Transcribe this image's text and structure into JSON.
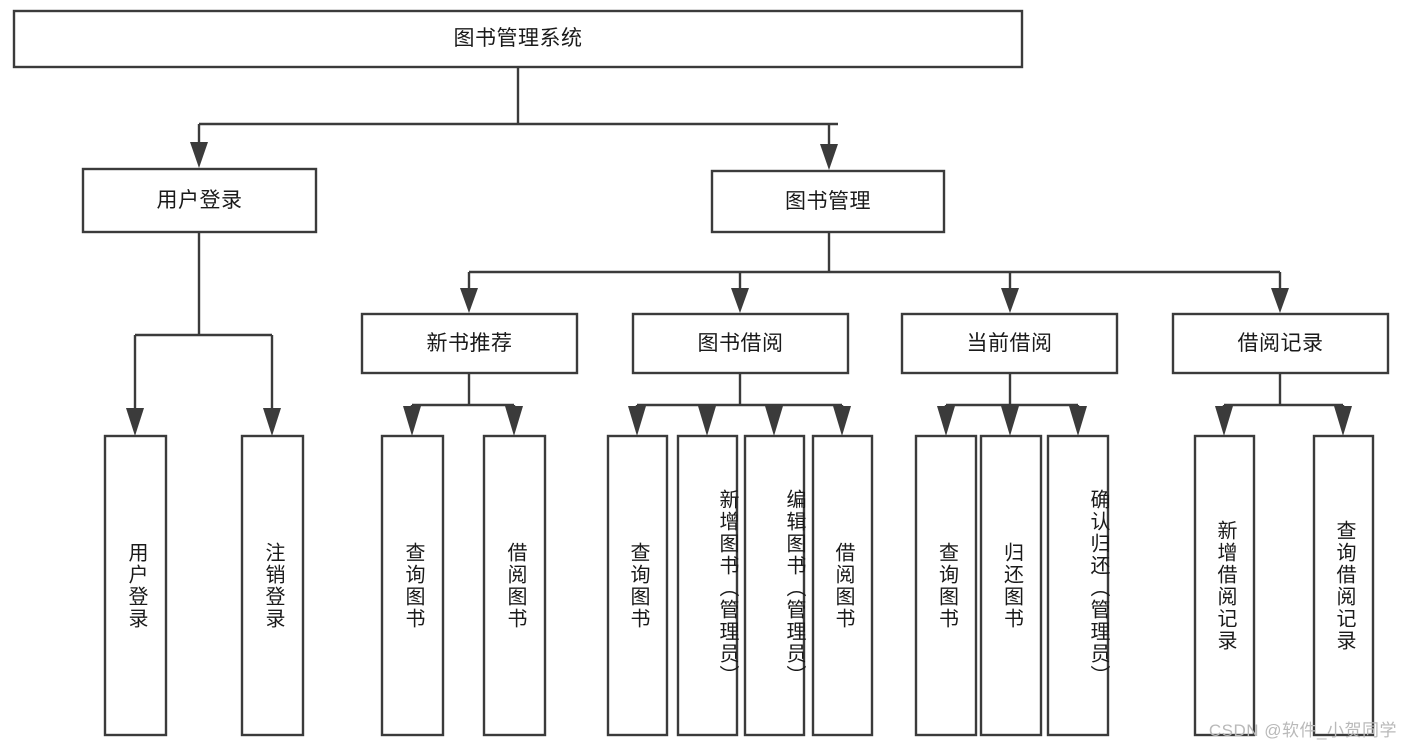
{
  "diagram": {
    "type": "tree",
    "title": "图书管理系统",
    "root": {
      "id": "root",
      "label": "图书管理系统",
      "orientation": "horizontal"
    },
    "level2": [
      {
        "id": "user-login",
        "label": "用户登录",
        "orientation": "horizontal"
      },
      {
        "id": "book-manage",
        "label": "图书管理",
        "orientation": "horizontal"
      }
    ],
    "level3": [
      {
        "id": "new-book-recommend",
        "label": "新书推荐",
        "orientation": "horizontal",
        "parent": "book-manage"
      },
      {
        "id": "book-borrow",
        "label": "图书借阅",
        "orientation": "horizontal",
        "parent": "book-manage"
      },
      {
        "id": "current-borrow",
        "label": "当前借阅",
        "orientation": "horizontal",
        "parent": "book-manage"
      },
      {
        "id": "borrow-record",
        "label": "借阅记录",
        "orientation": "horizontal",
        "parent": "book-manage"
      }
    ],
    "leaves": [
      {
        "id": "leaf-user-login",
        "label": "用户登录",
        "orientation": "vertical",
        "parent": "user-login"
      },
      {
        "id": "leaf-logout",
        "label": "注销登录",
        "orientation": "vertical",
        "parent": "user-login"
      },
      {
        "id": "leaf-query-book-rec",
        "label": "查询图书",
        "orientation": "vertical",
        "parent": "new-book-recommend"
      },
      {
        "id": "leaf-borrow-book-rec",
        "label": "借阅图书",
        "orientation": "vertical",
        "parent": "new-book-recommend"
      },
      {
        "id": "leaf-query-book-borrow",
        "label": "查询图书",
        "orientation": "vertical",
        "parent": "book-borrow"
      },
      {
        "id": "leaf-add-book-admin",
        "label": "新增图书（管理员）",
        "orientation": "vertical",
        "parent": "book-borrow"
      },
      {
        "id": "leaf-edit-book-admin",
        "label": "编辑图书（管理员）",
        "orientation": "vertical",
        "parent": "book-borrow"
      },
      {
        "id": "leaf-borrow-book",
        "label": "借阅图书",
        "orientation": "vertical",
        "parent": "book-borrow"
      },
      {
        "id": "leaf-query-book-current",
        "label": "查询图书",
        "orientation": "vertical",
        "parent": "current-borrow"
      },
      {
        "id": "leaf-return-book",
        "label": "归还图书",
        "orientation": "vertical",
        "parent": "current-borrow"
      },
      {
        "id": "leaf-confirm-return-admin",
        "label": "确认归还（管理员）",
        "orientation": "vertical",
        "parent": "current-borrow"
      },
      {
        "id": "leaf-add-borrow-record",
        "label": "新增借阅记录",
        "orientation": "vertical",
        "parent": "borrow-record"
      },
      {
        "id": "leaf-query-borrow-record",
        "label": "查询借阅记录",
        "orientation": "vertical",
        "parent": "borrow-record"
      }
    ],
    "colors": {
      "stroke": "#3b3b3b",
      "fill": "#ffffff",
      "text": "#1a1a1a",
      "watermark": "#b9b9b9",
      "background": "#ffffff"
    }
  },
  "watermark": {
    "text": "CSDN @软件_小贺同学"
  }
}
